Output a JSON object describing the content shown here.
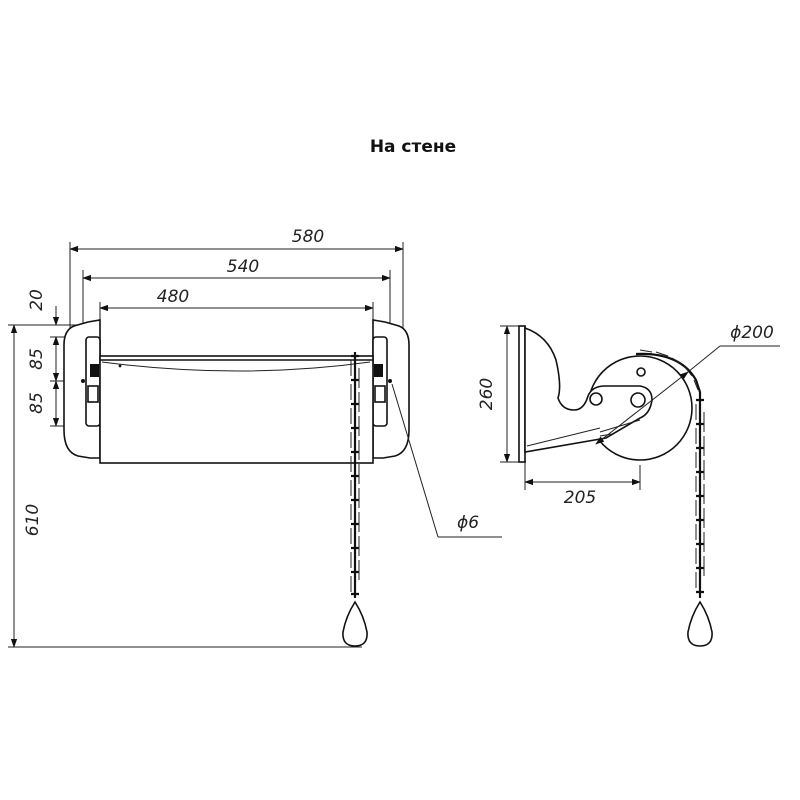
{
  "title": "На стене",
  "dimensions": {
    "width_overall": "580",
    "width_brackets": "540",
    "width_roll": "480",
    "top_offset": "20",
    "bracket_upper": "85",
    "bracket_lower": "85",
    "chain_height": "610",
    "hole_diameter": "ϕ6",
    "side_height": "260",
    "side_depth": "205",
    "drum_diameter": "ϕ200"
  }
}
